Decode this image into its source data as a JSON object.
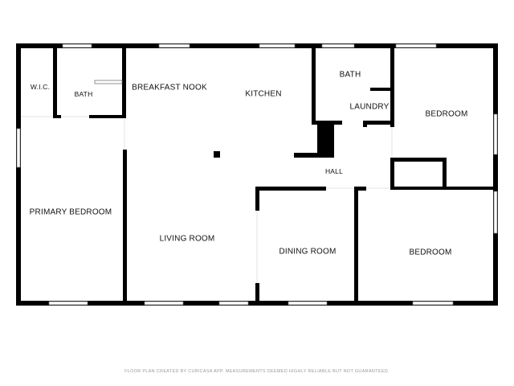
{
  "rooms": {
    "wic": "W.I.C.",
    "bath_primary": "BATH",
    "breakfast_nook": "BREAKFAST NOOK",
    "kitchen": "KITCHEN",
    "bath_hall": "BATH",
    "laundry": "LAUNDRY",
    "bedroom_right": "BEDROOM",
    "hall": "HALL",
    "primary_bedroom": "PRIMARY BEDROOM",
    "living_room": "LIVING ROOM",
    "dining_room": "DINING ROOM",
    "bedroom_bottom": "BEDROOM"
  },
  "footer_note": "FLOOR PLAN CREATED BY CUBICASA APP. MEASUREMENTS DEEMED HIGHLY RELIABLE BUT NOT GUARANTEED.",
  "colors": {
    "wall": "#000000",
    "window": "#ffffff",
    "background": "#ffffff"
  }
}
